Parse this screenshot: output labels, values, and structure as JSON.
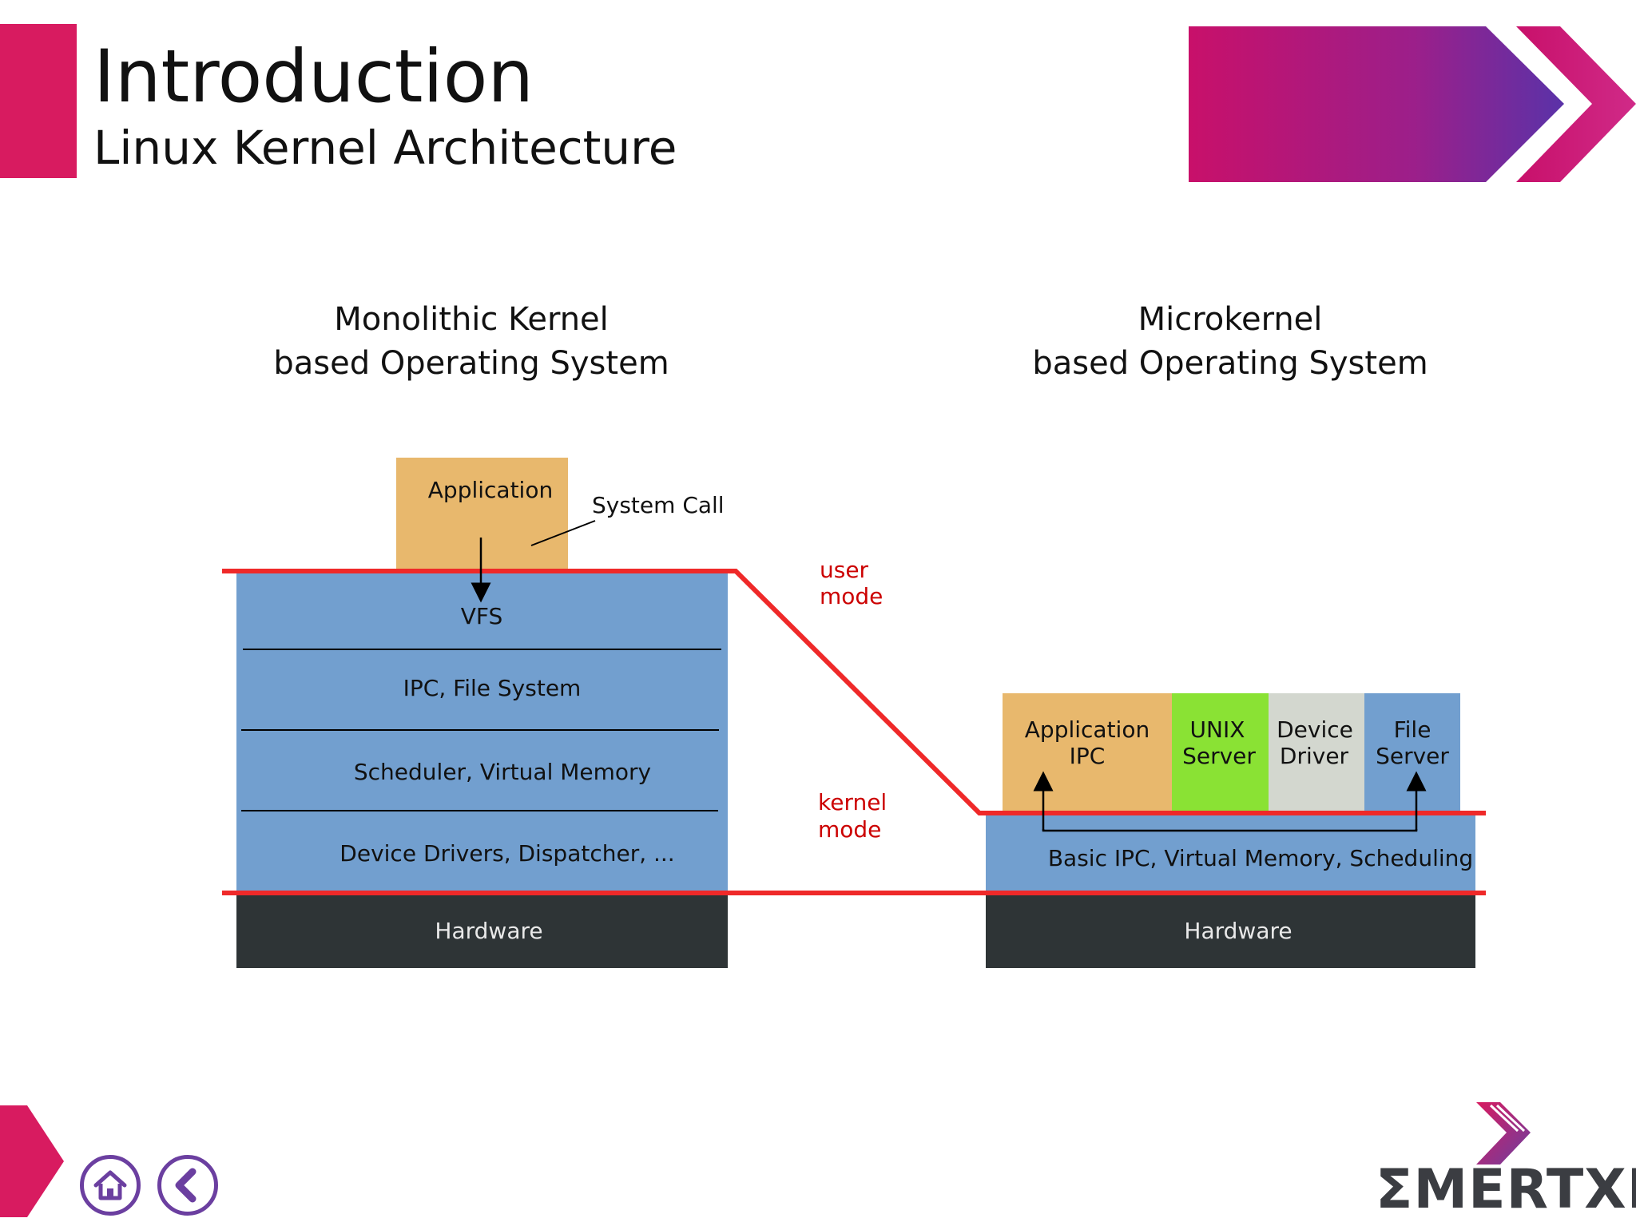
{
  "header": {
    "title": "Introduction",
    "subtitle": "Linux Kernel Architecture"
  },
  "diagram": {
    "monolithic": {
      "heading_line1": "Monolithic Kernel",
      "heading_line2": "based Operating System",
      "application": "Application",
      "system_call": "System Call",
      "layers": [
        "VFS",
        "IPC, File System",
        "Scheduler, Virtual Memory",
        "Device Drivers, Dispatcher, ..."
      ],
      "hardware": "Hardware"
    },
    "micro": {
      "heading_line1": "Microkernel",
      "heading_line2": "based Operating System",
      "servers": [
        {
          "line1": "Application",
          "line2": "IPC"
        },
        {
          "line1": "UNIX",
          "line2": "Server"
        },
        {
          "line1": "Device",
          "line2": "Driver"
        },
        {
          "line1": "File",
          "line2": "Server"
        }
      ],
      "kernel": "Basic IPC, Virtual Memory, Scheduling",
      "hardware": "Hardware"
    },
    "modes": {
      "user_line1": "user",
      "user_line2": "mode",
      "kernel_line1": "kernel",
      "kernel_line2": "mode"
    },
    "colors": {
      "application": "#e8b86d",
      "kernel_blue": "#729fcf",
      "unix_green": "#8ae234",
      "device_gray": "#d3d7cf",
      "hardware": "#2e3436",
      "boundary_red": "#ef2929",
      "mode_text": "#cc0000"
    }
  },
  "footer": {
    "icons": [
      "home-icon",
      "back-chevron-icon"
    ],
    "logo": "ΣMERTXE"
  },
  "theme": {
    "accent": "#d81b60",
    "purple": "#6b3fa0"
  }
}
